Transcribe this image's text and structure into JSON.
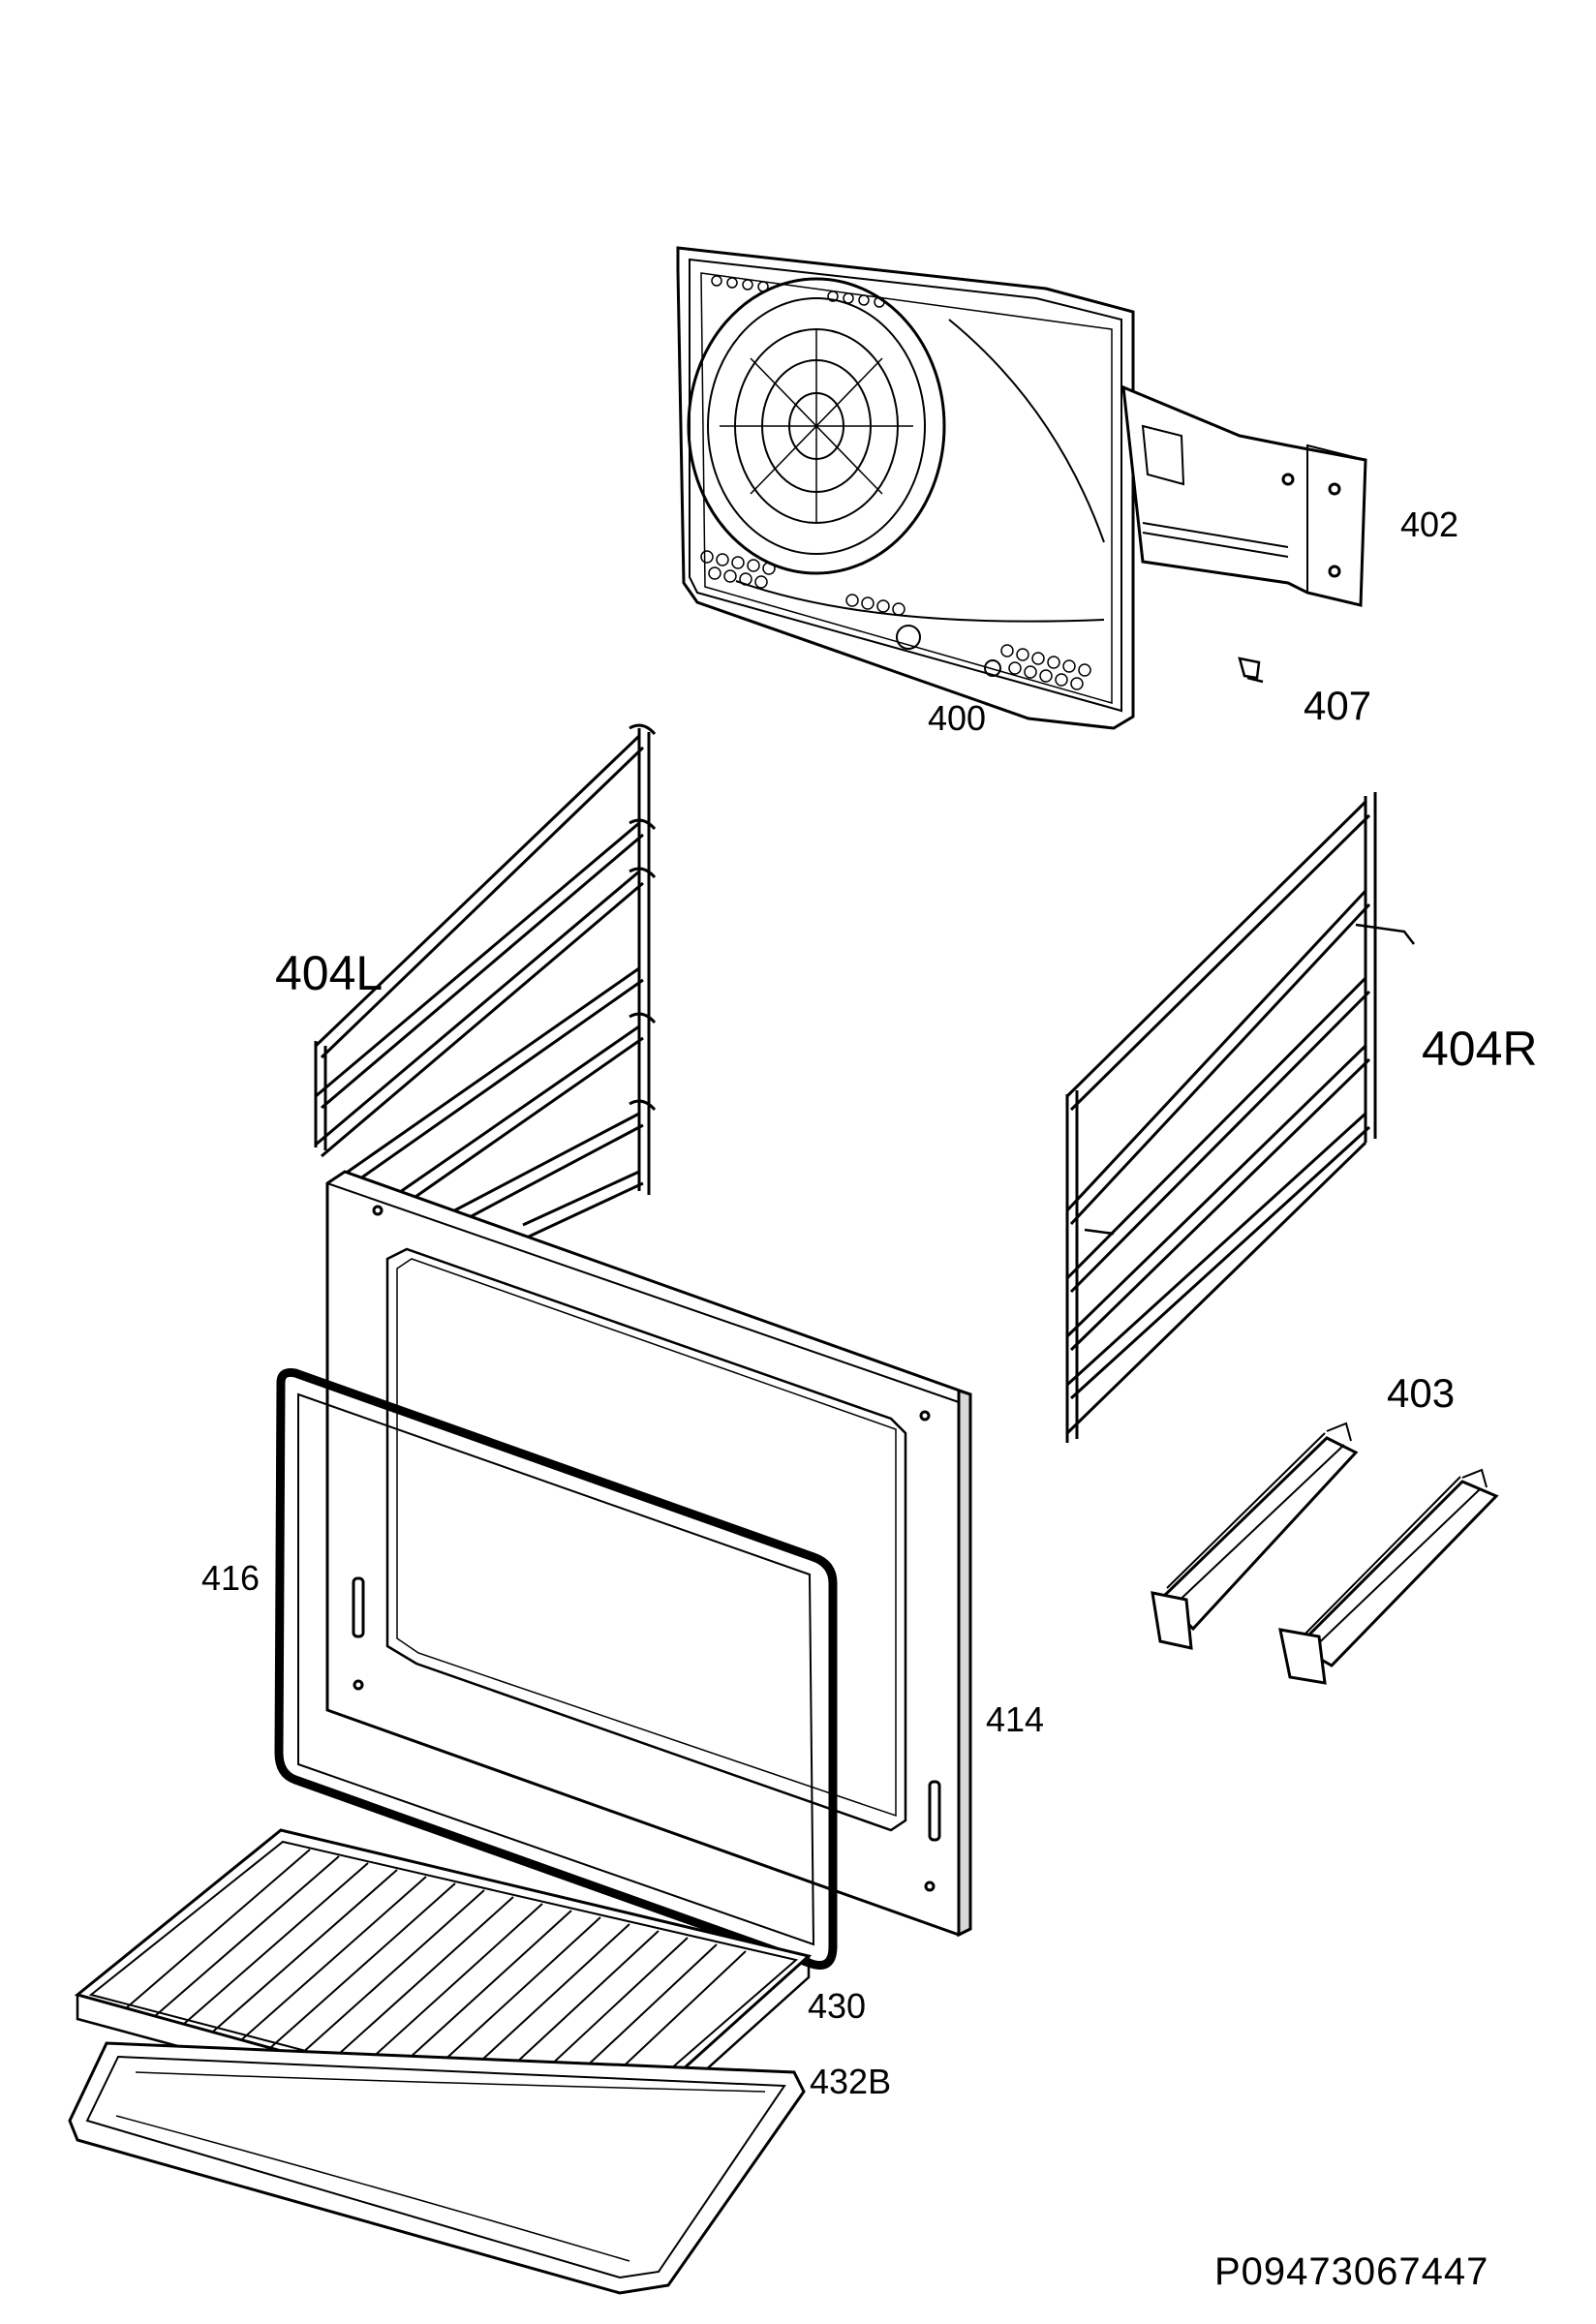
{
  "labels": {
    "p400": "400",
    "p402": "402",
    "p407": "407",
    "p404L": "404L",
    "p404R": "404R",
    "p403": "403",
    "p416": "416",
    "p414": "414",
    "p430": "430",
    "p432B": "432B"
  },
  "reference": "P09473067447",
  "colors": {
    "line": "#000000",
    "background": "#ffffff",
    "shade": "#d8d8d8"
  }
}
